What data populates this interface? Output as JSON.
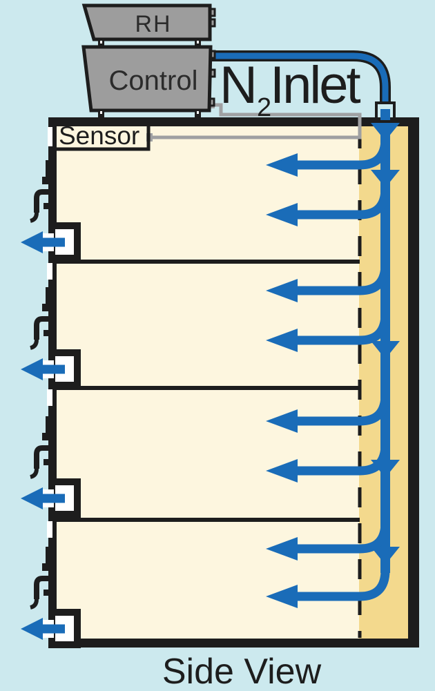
{
  "diagram": {
    "caption": "Side View",
    "devices": {
      "rh_label": "RH",
      "control_label": "Control"
    },
    "sensor_label": "Sensor",
    "inlet": {
      "symbol": "N",
      "subscript": "2",
      "word": "Inlet"
    },
    "colors": {
      "background": "#cce9ee",
      "cabinet_interior": "#fdf6df",
      "plenum_channel": "#f3d98d",
      "flow_blue": "#1a6cb8",
      "device_gray": "#9d9d9d",
      "outline_black": "#1d1d1d",
      "sensor_wire_gray": "#9fa0a2"
    },
    "structure": {
      "compartments": 4,
      "inflow_arrows": 8,
      "outlet_ports": 4,
      "flow_direction": "down right plenum, left into shelves, out left ports"
    }
  }
}
